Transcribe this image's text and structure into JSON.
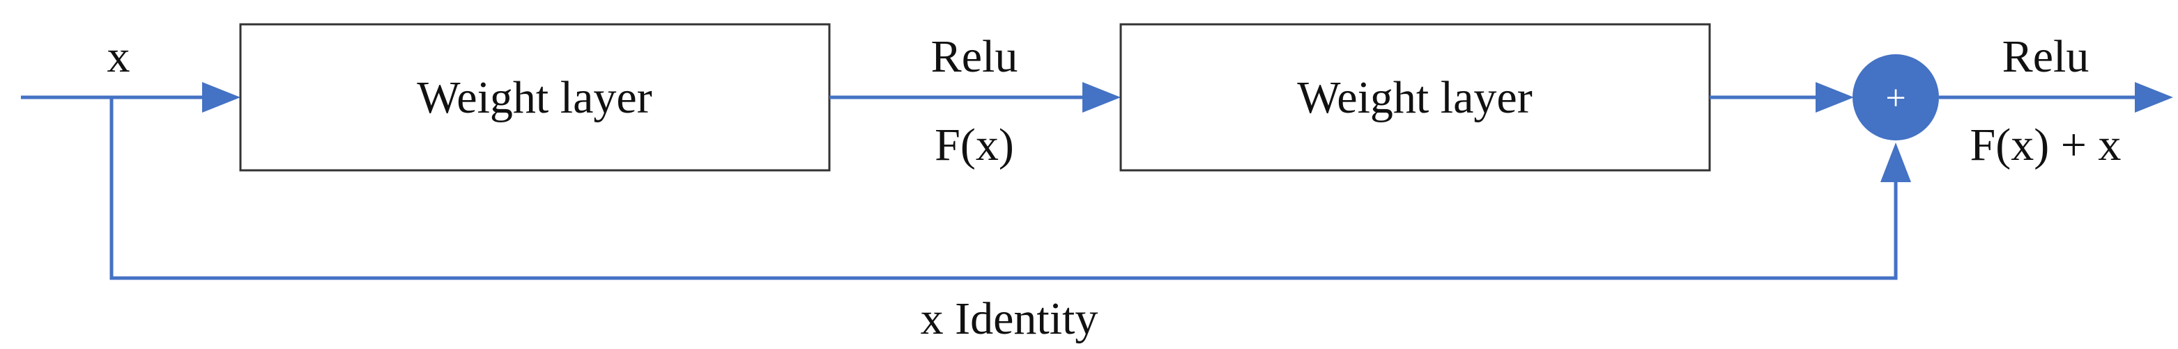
{
  "diagram": {
    "input_label": "x",
    "block1_label": "Weight layer",
    "block2_label": "Weight layer",
    "mid_activation_label": "Relu",
    "mid_function_label": "F(x)",
    "sum_symbol": "+",
    "out_activation_label": "Relu",
    "out_function_label": "F(x) + x",
    "skip_label": "x Identity"
  },
  "colors": {
    "flow": "#4472c4",
    "box_border": "#333333",
    "text": "#111111"
  },
  "icons": {
    "sum_node": "plus-circle-icon",
    "arrows": "arrow-right-icon"
  }
}
